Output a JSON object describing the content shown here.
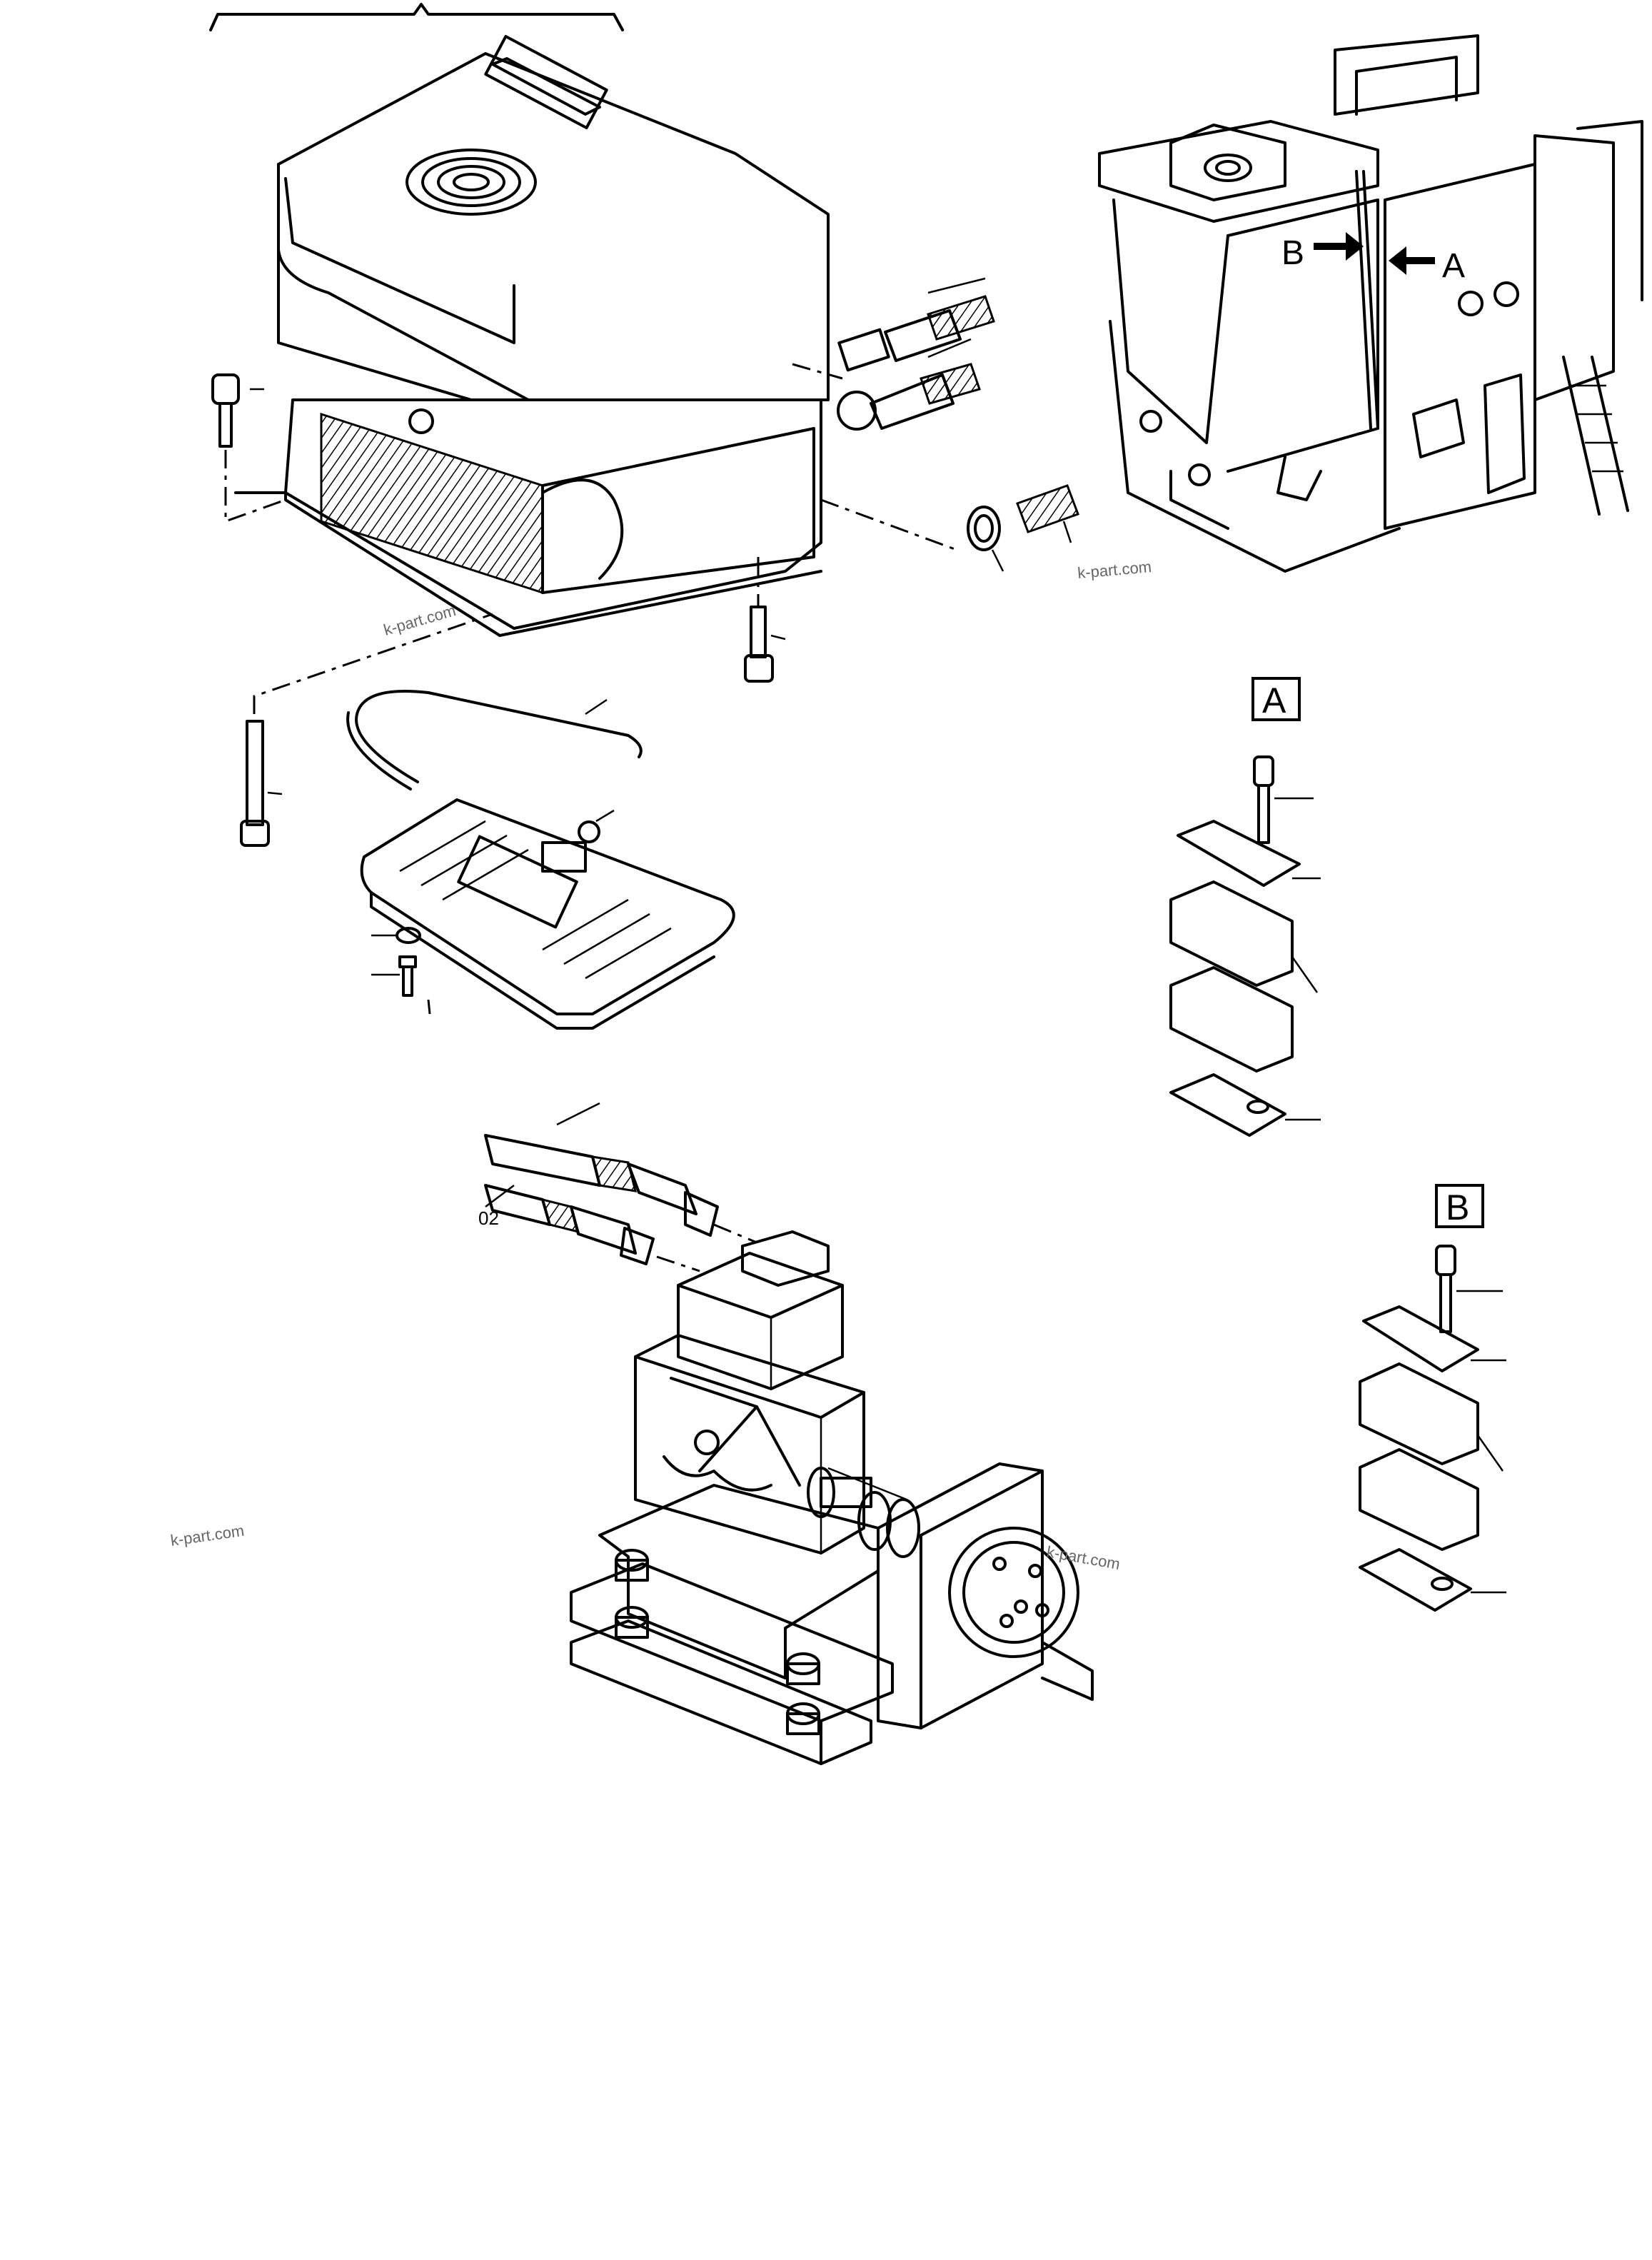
{
  "callouts": {
    "detail_a": "A",
    "detail_b": "B",
    "arrow_a": "A",
    "arrow_b": "B",
    "part_number": "02"
  },
  "watermarks": [
    "k-part.com",
    "k-part.com",
    "k-part.com",
    "k-part.com"
  ]
}
